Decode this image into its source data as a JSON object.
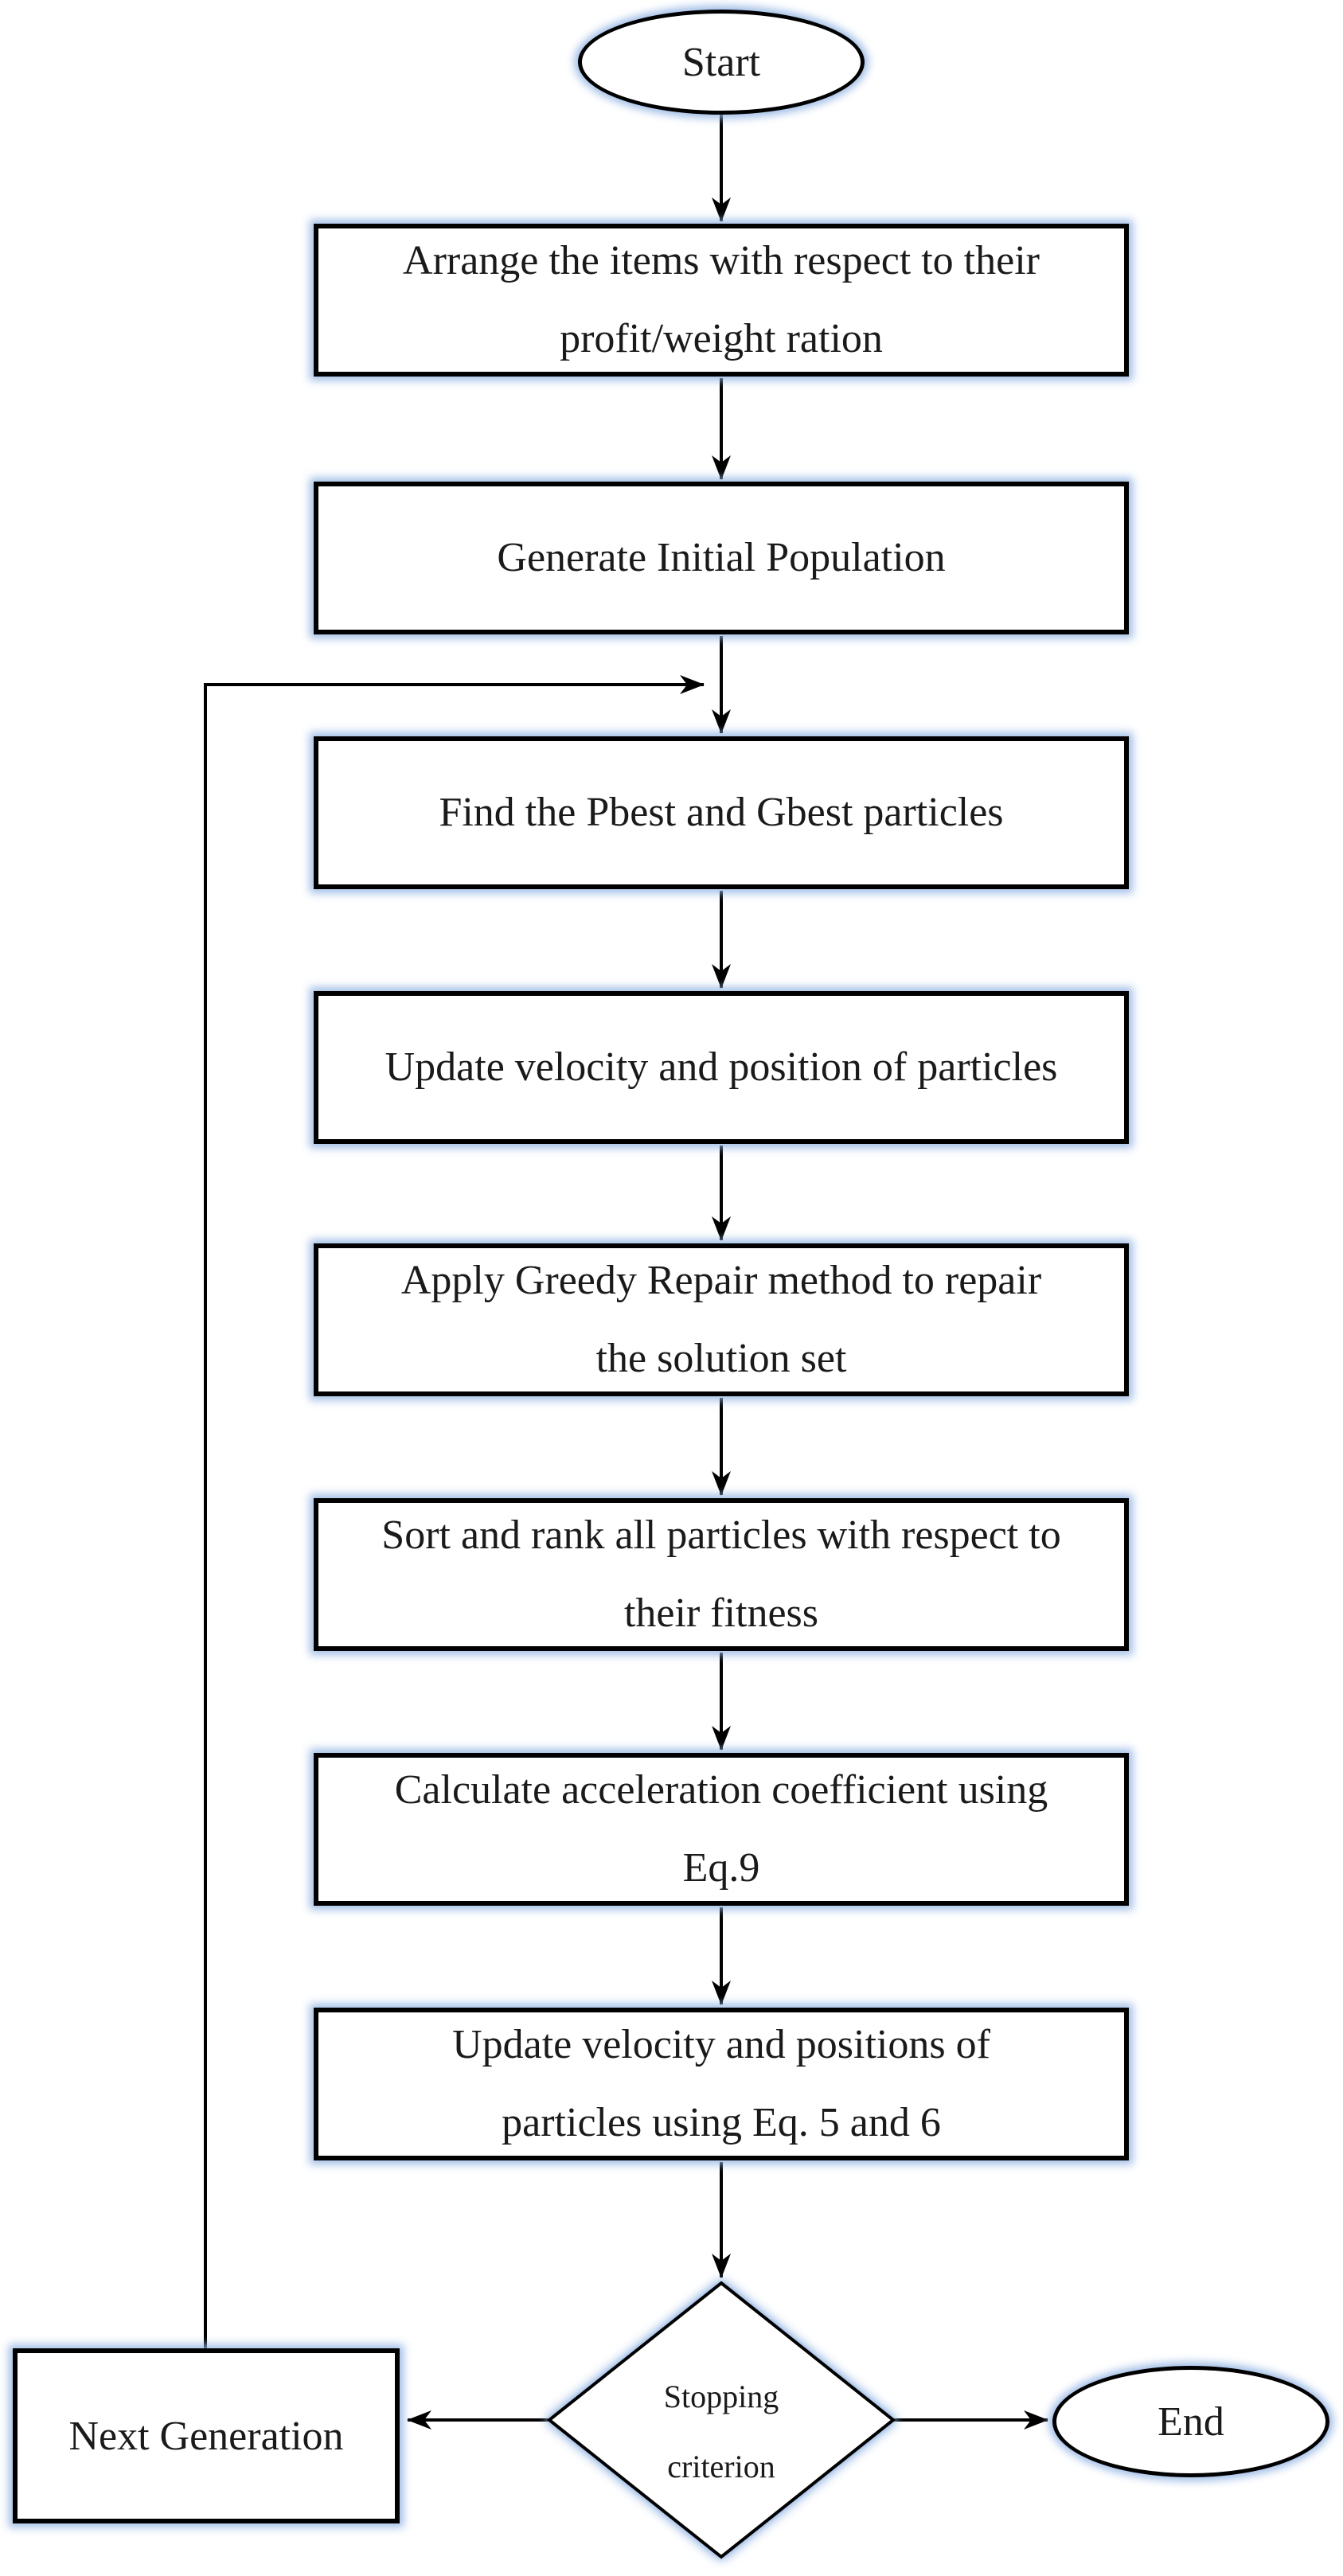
{
  "flowchart": {
    "start": {
      "label": "Start"
    },
    "steps": [
      {
        "lines": [
          "Arrange the items with respect to their",
          "profit/weight ration"
        ]
      },
      {
        "lines": [
          "Generate Initial Population"
        ]
      },
      {
        "lines": [
          "Find the Pbest and Gbest particles"
        ]
      },
      {
        "lines": [
          "Update velocity and position of particles"
        ]
      },
      {
        "lines": [
          "Apply Greedy Repair method to repair",
          "the solution set"
        ]
      },
      {
        "lines": [
          "Sort and rank all particles with respect to",
          "their fitness"
        ]
      },
      {
        "lines": [
          "Calculate acceleration coefficient using",
          "Eq.9"
        ]
      },
      {
        "lines": [
          "Update velocity and positions of",
          "particles using Eq. 5 and 6"
        ]
      }
    ],
    "decision": {
      "lines": [
        "Stopping",
        "criterion"
      ]
    },
    "next_generation": {
      "label": "Next Generation"
    },
    "end": {
      "label": "End"
    },
    "colors": {
      "shape_border": "#000000",
      "shape_fill": "#ffffff",
      "glow": "#92b4e3",
      "connector": "#000000",
      "text": "#1a1a1a",
      "background": "#ffffff"
    }
  }
}
